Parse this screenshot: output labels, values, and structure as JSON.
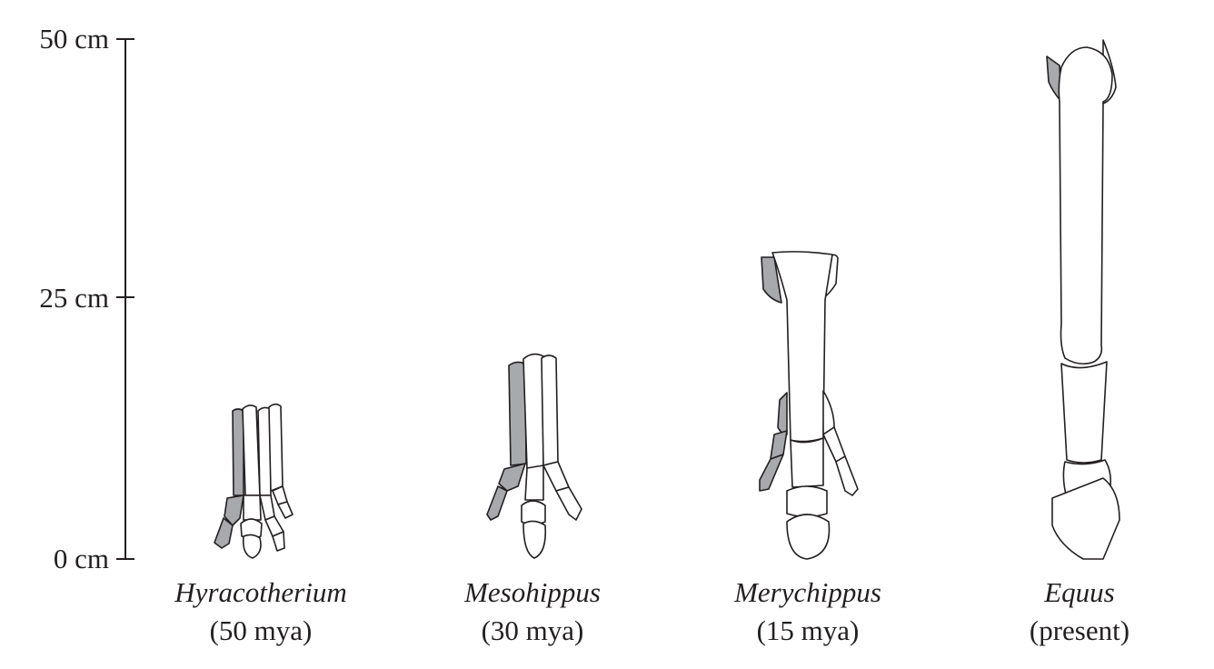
{
  "scale": {
    "unit": "cm",
    "ticks": [
      {
        "value": 50,
        "label": "50 cm"
      },
      {
        "value": 25,
        "label": "25 cm"
      },
      {
        "value": 0,
        "label": "0 cm"
      }
    ]
  },
  "specimens": [
    {
      "genus": "Hyracotherium",
      "age": "(50 mya)"
    },
    {
      "genus": "Mesohippus",
      "age": "(30 mya)"
    },
    {
      "genus": "Merychippus",
      "age": "(15 mya)"
    },
    {
      "genus": "Equus",
      "age": "(present)"
    }
  ],
  "colors": {
    "line": "#231f20",
    "side_toe": "#a7a9ac",
    "background": "#ffffff"
  }
}
